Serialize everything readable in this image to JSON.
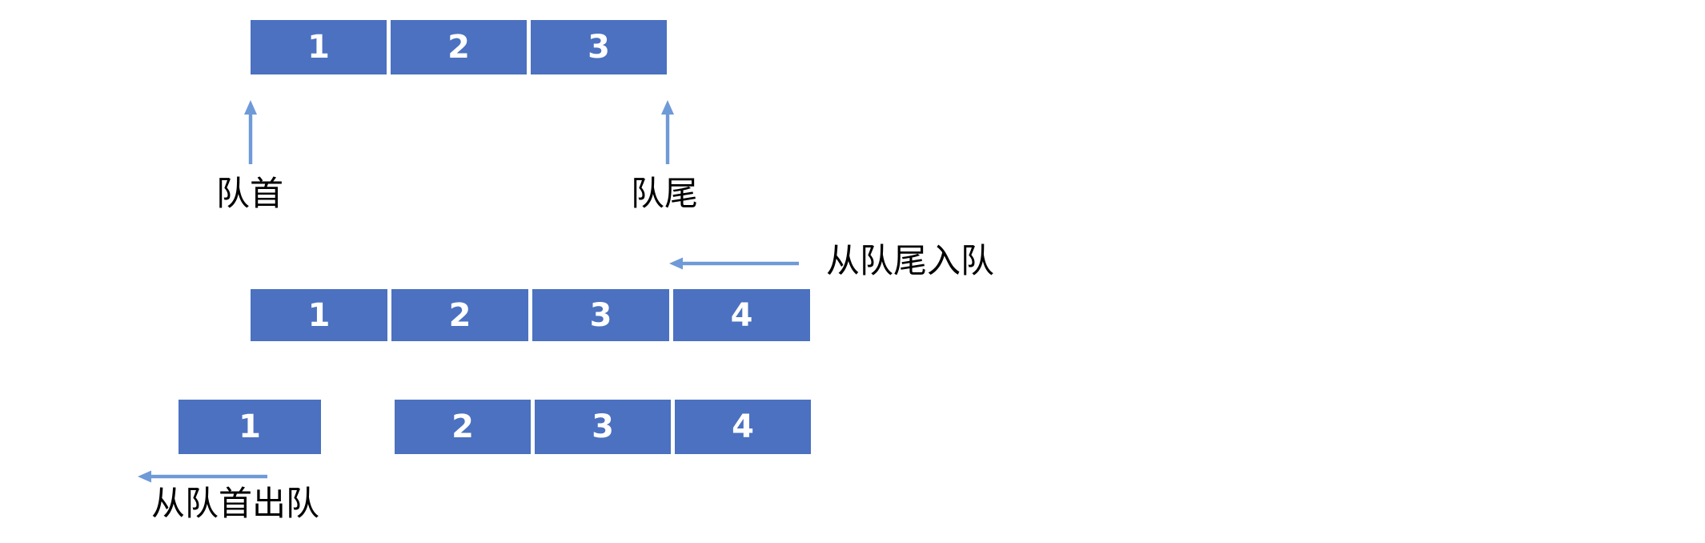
{
  "colors": {
    "box_fill": "#4B71C0",
    "box_number": "#FFFFFF",
    "arrow": "#6F9AD8",
    "label": "#000000",
    "background": "#FFFFFF"
  },
  "initial_queue": {
    "cells": [
      "1",
      "2",
      "3"
    ],
    "front_label": "队首",
    "rear_label": "队尾"
  },
  "enqueue_step": {
    "label": "从队尾入队",
    "cells": [
      "1",
      "2",
      "3",
      "4"
    ]
  },
  "dequeue_step": {
    "label": "从队首出队",
    "removed_cell": "1",
    "remaining_cells": [
      "2",
      "3",
      "4"
    ]
  }
}
